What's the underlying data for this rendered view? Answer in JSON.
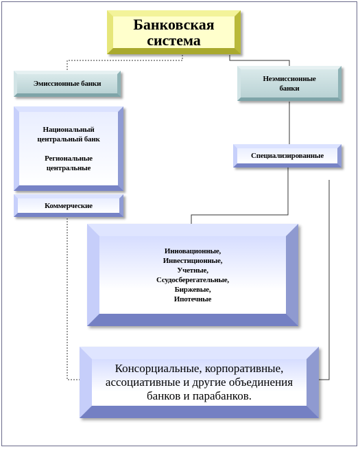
{
  "diagram": {
    "title": [
      "Банковская",
      "система"
    ],
    "emission_banks": "Эмиссионные  банки",
    "non_emission_banks": [
      "Неэмиссионные",
      "банки"
    ],
    "central": {
      "national": [
        "Национальный",
        "центральный  банк"
      ],
      "regional": [
        "Региональные",
        "центральные"
      ]
    },
    "commercial": "Коммерческие",
    "specialized": "Специализированные",
    "specialized_types": [
      "Инновационные,",
      "Инвестиционные,",
      "Учетные,",
      "Ссудосберегательные,",
      "Биржевые,",
      "Ипотечные"
    ],
    "associations": [
      "Консорциальные, корпоративные,",
      "ассоциативные и другие объединения",
      "банков и парабанков."
    ]
  }
}
